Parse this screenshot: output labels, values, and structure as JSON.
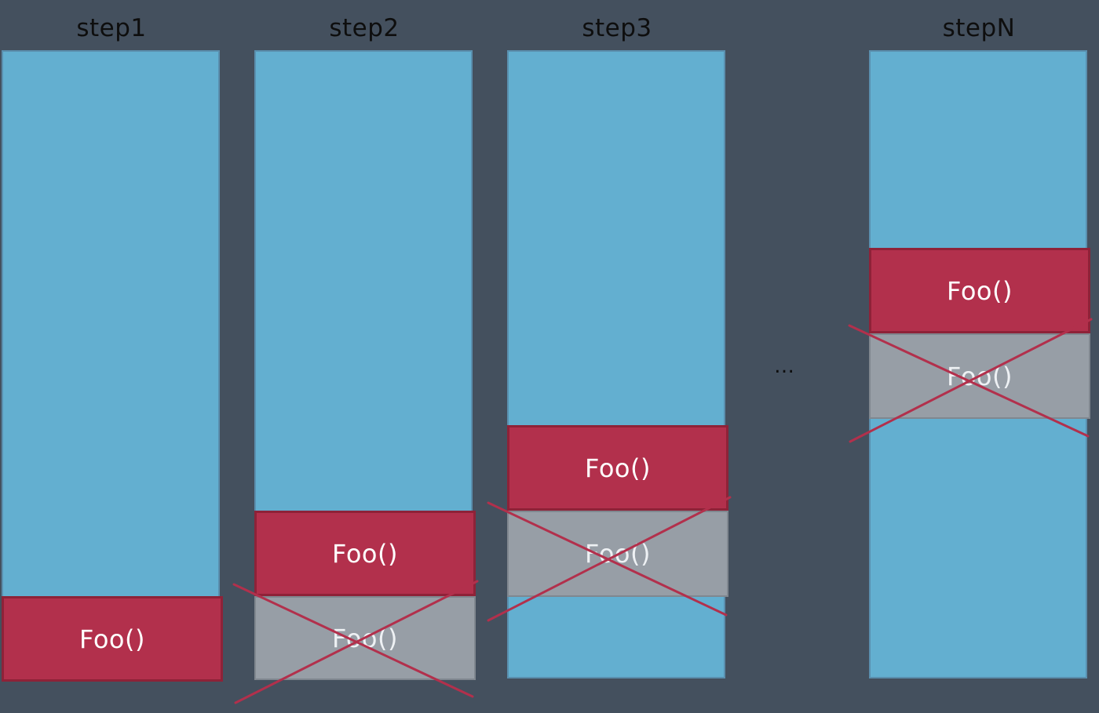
{
  "steps": [
    {
      "title": "step1",
      "active_frame": "Foo()",
      "popped_frame": null
    },
    {
      "title": "step2",
      "active_frame": "Foo()",
      "popped_frame": "Foo()"
    },
    {
      "title": "step3",
      "active_frame": "Foo()",
      "popped_frame": "Foo()"
    },
    {
      "title": "stepN",
      "active_frame": "Foo()",
      "popped_frame": "Foo()"
    }
  ],
  "ellipsis": "…",
  "colors": {
    "background": "#44505e",
    "stack_fill": "#63afd0",
    "active_frame": "#b2304c",
    "popped_frame": "#979ea6",
    "cross_line": "#b2304c"
  }
}
